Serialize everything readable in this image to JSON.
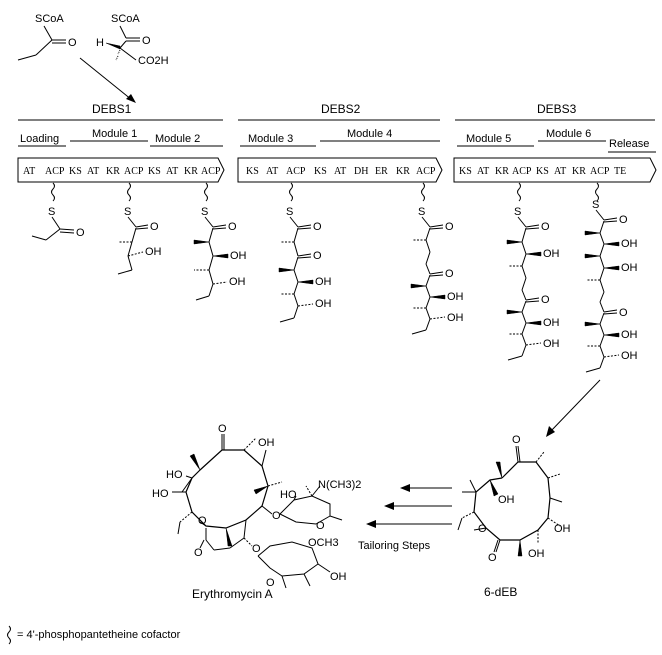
{
  "starters": {
    "propionyl_scoa": "SCoA",
    "methylmalonyl_scoa": "SCoA",
    "h_atom": "H",
    "o_atom": "O",
    "co2h": "CO2H"
  },
  "modules": {
    "debs1": "DEBS1",
    "debs2": "DEBS2",
    "debs3": "DEBS3",
    "loading": "Loading",
    "module1": "Module 1",
    "module2": "Module 2",
    "module3": "Module 3",
    "module4": "Module 4",
    "module5": "Module 5",
    "module6": "Module 6",
    "release": "Release"
  },
  "domains": {
    "debs1": [
      "AT",
      "ACP",
      "KS",
      "AT",
      "KR",
      "ACP",
      "KS",
      "AT",
      "KR",
      "ACP"
    ],
    "debs2": [
      "KS",
      "AT",
      "ACP",
      "KS",
      "AT",
      "DH",
      "ER",
      "KR",
      "ACP"
    ],
    "debs3": [
      "KS",
      "AT",
      "KR",
      "ACP",
      "KS",
      "AT",
      "KR",
      "ACP",
      "TE"
    ]
  },
  "atoms": {
    "s": "S",
    "o": "O",
    "oh": "OH",
    "ho": "HO",
    "och3": "OCH3",
    "nme2": "N(CH3)2"
  },
  "products": {
    "erythromycin": "Erythromycin A",
    "deb": "6-dEB",
    "tailoring": "Tailoring Steps"
  },
  "footnote": "= 4'-phosphopantetheine cofactor"
}
